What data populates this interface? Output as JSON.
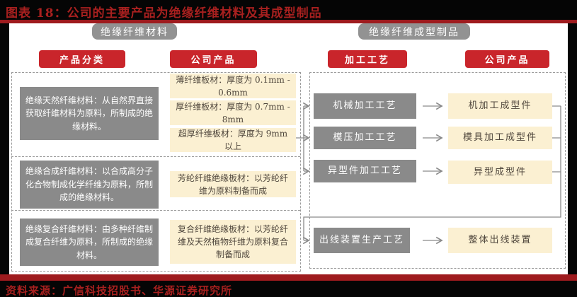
{
  "title": "图表 18：公司的主要产品为绝缘纤维材料及其成型制品",
  "footer_source": "资料来源：广信科技招股书、华源证券研究所",
  "colors": {
    "background": "#050505",
    "content_bg": "#ffffff",
    "title_red": "#a8201f",
    "rule_red": "#9e1b1e",
    "label_red": "#c9252b",
    "box_gray": "#8a8a8a",
    "box_beige": "#fbf0d2",
    "dashed_border": "#9b9b9b",
    "connector_gray": "#8a8a8a"
  },
  "headers": {
    "left": "绝缘纤维材料",
    "right": "绝缘纤维成型制品"
  },
  "column_labels": {
    "category": "产品分类",
    "company_products_left": "公司产品",
    "process": "加工工艺",
    "company_products_right": "公司产品"
  },
  "left_section": {
    "categories": [
      "绝缘天然纤维材料：从自然界直接获取纤维材料为原料，所制成的绝缘材料。",
      "绝缘合成纤维材料：以合成高分子化合物制成化学纤维为原料，所制成的绝缘材料。",
      "绝缘复合纤维材料：由多种纤维制成复合纤维为原料，所制成的绝缘材料。"
    ],
    "products": [
      "薄纤维板材：厚度为 0.1mm - 0.6mm",
      "厚纤维板材：厚度为 0.7mm - 8mm",
      "超厚纤维板材：厚度为 9mm 以上",
      "芳纶纤维绝缘板材：以芳纶纤维为原料制备而成",
      "复合纤维绝缘板材：以芳纶纤维及天然植物纤维为原料复合制备而成"
    ]
  },
  "right_section": {
    "processes": [
      "机械加工工艺",
      "模压加工工艺",
      "异型件加工工艺",
      "出线装置生产工艺"
    ],
    "products": [
      "机加工成型件",
      "模具加工成型件",
      "异型成型件",
      "整体出线装置"
    ]
  }
}
